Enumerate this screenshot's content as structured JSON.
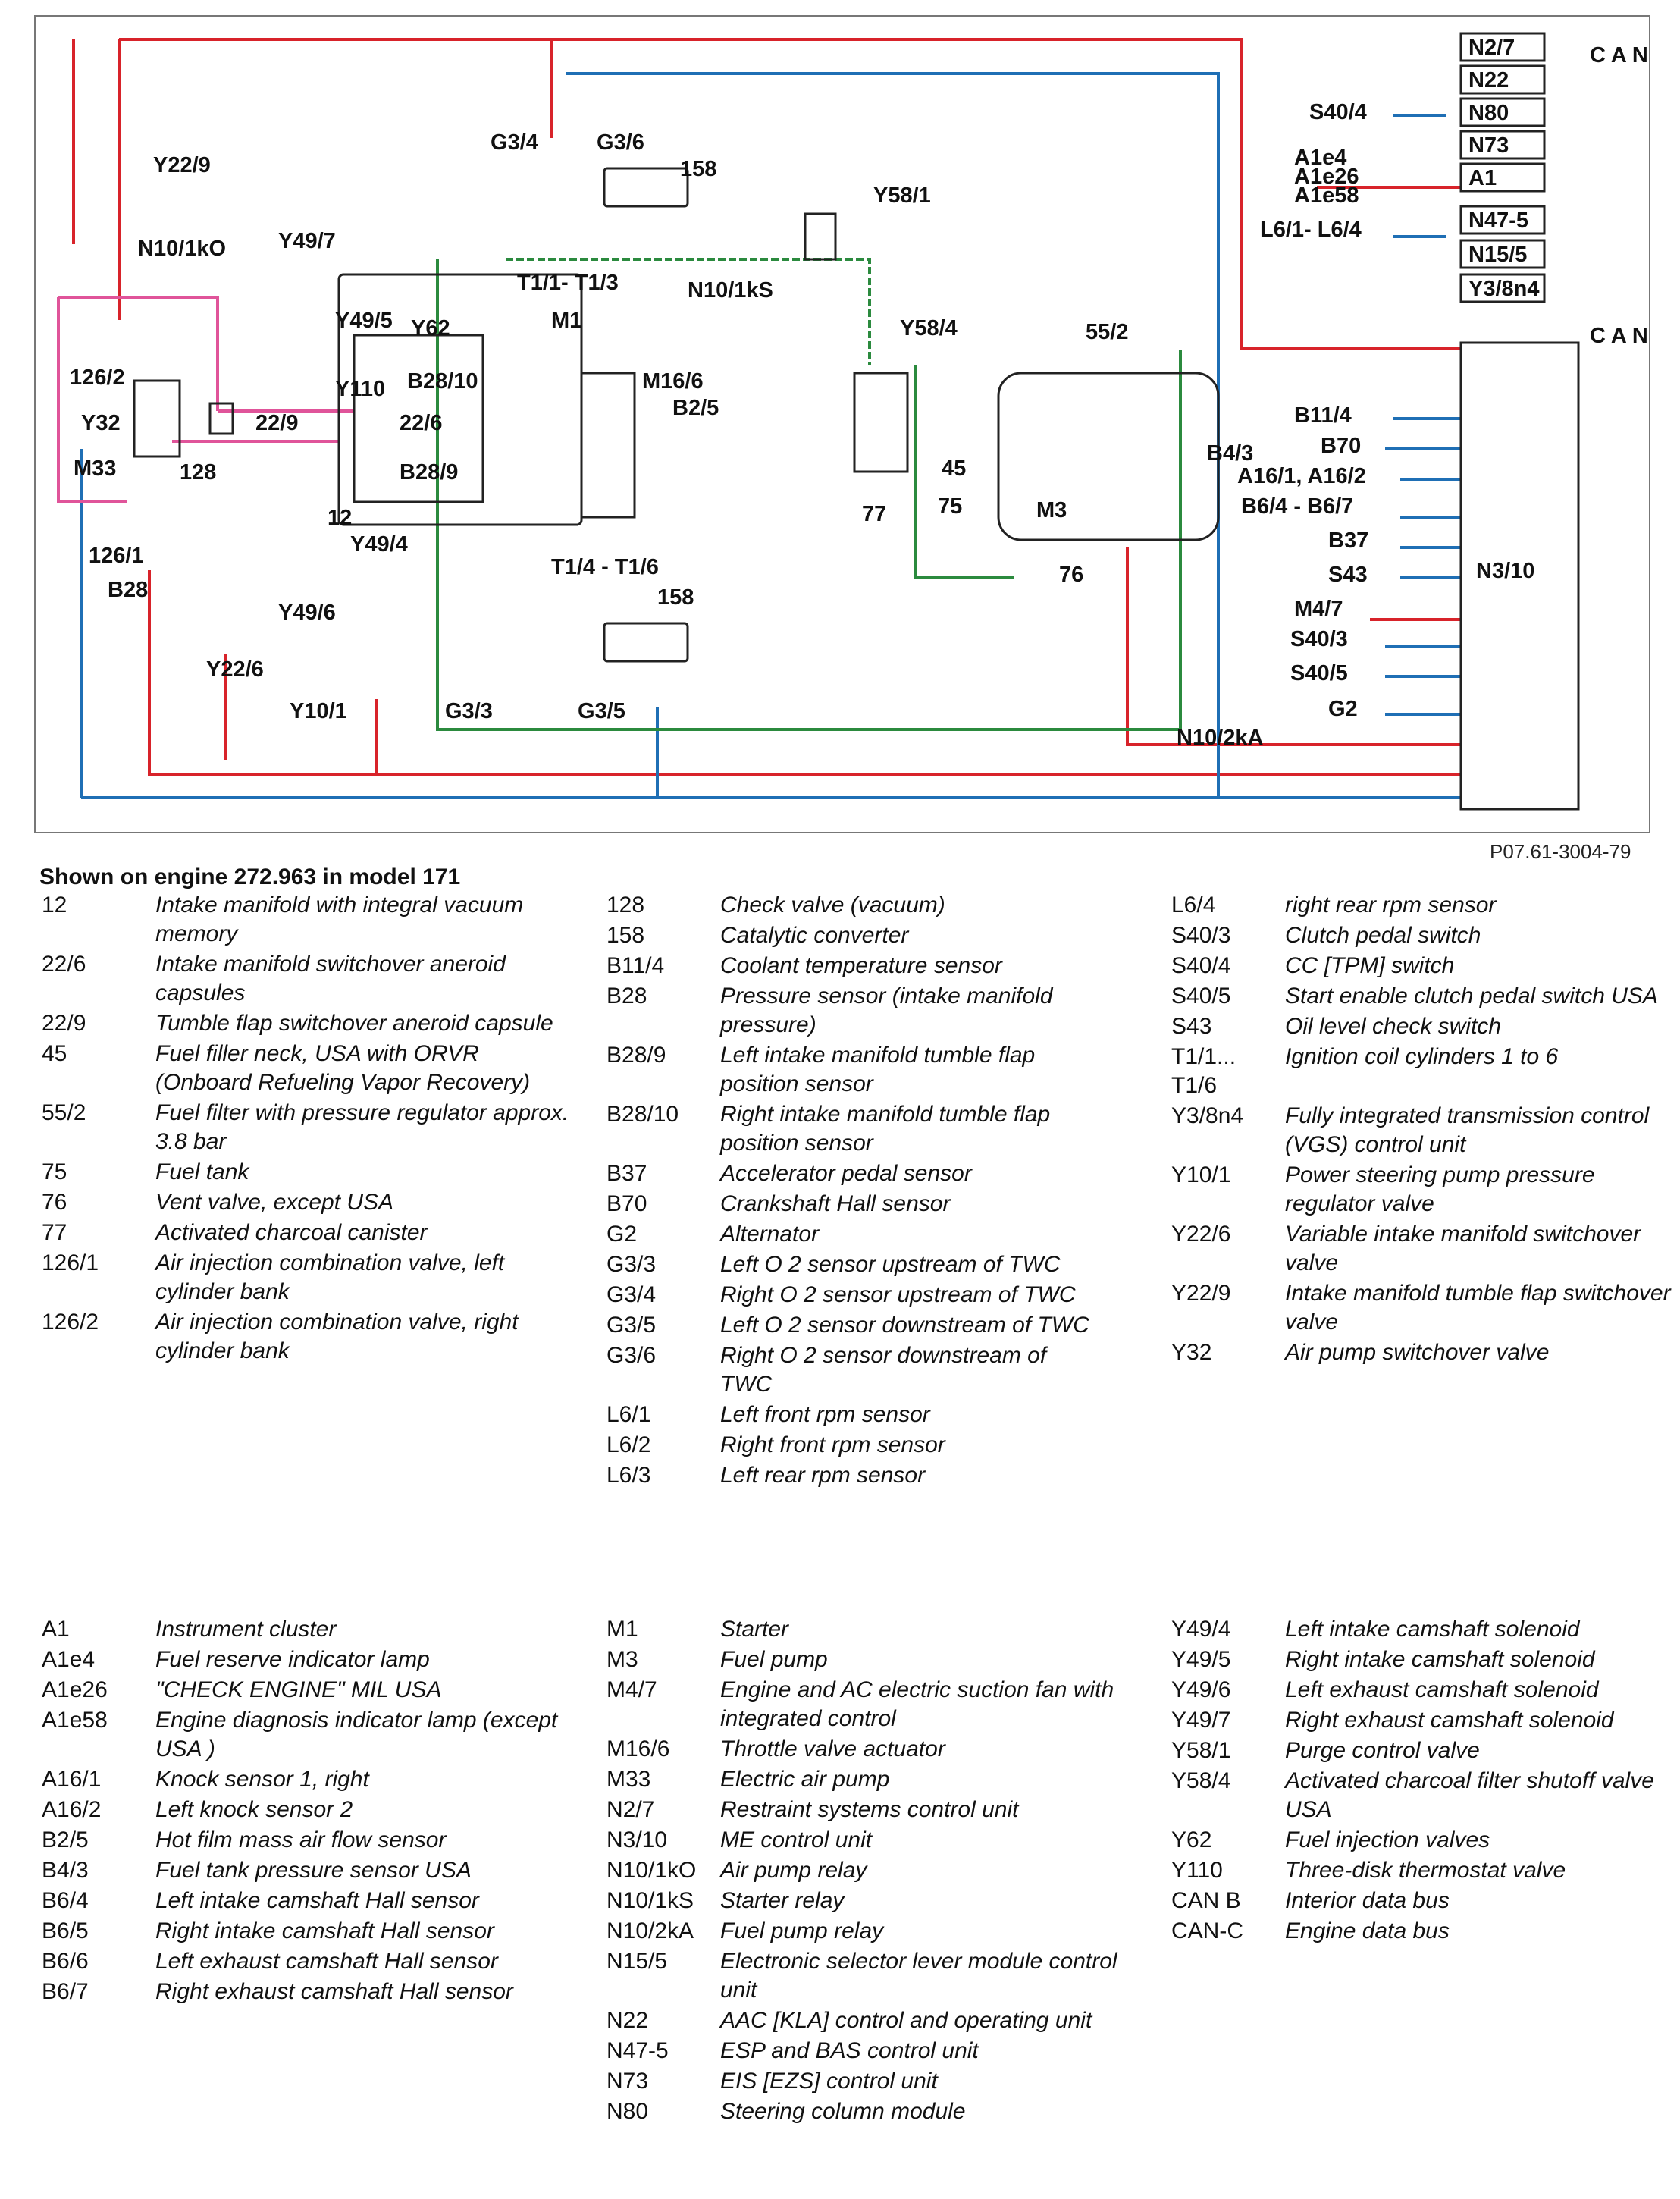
{
  "diagram": {
    "labels": [
      {
        "t": "Y22/9"
      },
      {
        "t": "G3/4"
      },
      {
        "t": "G3/6"
      },
      {
        "t": "158"
      },
      {
        "t": "Y58/1"
      },
      {
        "t": "N10/1kO"
      },
      {
        "t": "Y49/7"
      },
      {
        "t": "Y49/5"
      },
      {
        "t": "Y62"
      },
      {
        "t": "T1/1- T1/3"
      },
      {
        "t": "M1"
      },
      {
        "t": "N10/1kS"
      },
      {
        "t": "Y58/4"
      },
      {
        "t": "55/2"
      },
      {
        "t": "126/2"
      },
      {
        "t": "Y110"
      },
      {
        "t": "B28/10"
      },
      {
        "t": "M16/6"
      },
      {
        "t": "B2/5"
      },
      {
        "t": "Y32"
      },
      {
        "t": "22/9"
      },
      {
        "t": "22/6"
      },
      {
        "t": "M33"
      },
      {
        "t": "128"
      },
      {
        "t": "B28/9"
      },
      {
        "t": "45"
      },
      {
        "t": "B4/3"
      },
      {
        "t": "12"
      },
      {
        "t": "77"
      },
      {
        "t": "75"
      },
      {
        "t": "M3"
      },
      {
        "t": "126/1"
      },
      {
        "t": "Y49/4"
      },
      {
        "t": "T1/4 - T1/6"
      },
      {
        "t": "76"
      },
      {
        "t": "B28"
      },
      {
        "t": "158"
      },
      {
        "t": "Y49/6"
      },
      {
        "t": "Y22/6"
      },
      {
        "t": "Y10/1"
      },
      {
        "t": "G3/3"
      },
      {
        "t": "G3/5"
      },
      {
        "t": "N10/2kA"
      },
      {
        "t": "S40/4"
      },
      {
        "t": "A1e4"
      },
      {
        "t": "A1e26"
      },
      {
        "t": "A1e58"
      },
      {
        "t": "L6/1- L6/4"
      },
      {
        "t": "B11/4"
      },
      {
        "t": "B70"
      },
      {
        "t": "A16/1, A16/2"
      },
      {
        "t": "B6/4 - B6/7"
      },
      {
        "t": "B37"
      },
      {
        "t": "S43"
      },
      {
        "t": "M4/7"
      },
      {
        "t": "S40/3"
      },
      {
        "t": "S40/5"
      },
      {
        "t": "G2"
      }
    ],
    "modules": [
      "N2/7",
      "N22",
      "N80",
      "N73",
      "A1",
      "N47-5",
      "N15/5",
      "Y3/8n4"
    ],
    "ecu": "N3/10",
    "can_b": "C A N \"B\"",
    "can_c": "C A N \"C\"",
    "colors": {
      "red": "#d8232a",
      "blue": "#1f6fb5",
      "green": "#2b8a3e",
      "frame": "#777777"
    }
  },
  "reference": "P07.61-3004-79",
  "caption": "Shown on engine 272.963 in model 171",
  "legend": {
    "col1": [
      {
        "code": "12",
        "desc": "Intake manifold with integral vacuum memory"
      },
      {
        "code": "22/6",
        "desc": "Intake manifold switchover aneroid capsules"
      },
      {
        "code": "22/9",
        "desc": "Tumble flap switchover aneroid capsule"
      },
      {
        "code": "45",
        "desc": "Fuel filler neck, USA with ORVR (Onboard Refueling Vapor Recovery)"
      },
      {
        "code": "55/2",
        "desc": "Fuel filter with pressure regulator approx. 3.8 bar"
      },
      {
        "code": "75",
        "desc": "Fuel tank"
      },
      {
        "code": "76",
        "desc": "Vent valve, except USA"
      },
      {
        "code": "77",
        "desc": "Activated charcoal canister"
      },
      {
        "code": "126/1",
        "desc": "Air injection combination valve, left cylinder bank"
      },
      {
        "code": "126/2",
        "desc": "Air injection combination valve, right cylinder bank"
      }
    ],
    "col2": [
      {
        "code": "128",
        "desc": "Check valve (vacuum)"
      },
      {
        "code": "158",
        "desc": "Catalytic converter"
      },
      {
        "code": "B11/4",
        "desc": "Coolant temperature sensor"
      },
      {
        "code": "B28",
        "desc": "Pressure sensor (intake manifold pressure)"
      },
      {
        "code": "B28/9",
        "desc": "Left intake manifold tumble flap position sensor"
      },
      {
        "code": "B28/10",
        "desc": "Right intake manifold tumble flap position sensor"
      },
      {
        "code": "B37",
        "desc": "Accelerator pedal sensor"
      },
      {
        "code": "B70",
        "desc": "Crankshaft Hall sensor"
      },
      {
        "code": "G2",
        "desc": "Alternator"
      },
      {
        "code": "G3/3",
        "desc": "Left O 2 sensor upstream of TWC"
      },
      {
        "code": "G3/4",
        "desc": "Right O 2 sensor upstream of TWC"
      },
      {
        "code": "G3/5",
        "desc": "Left O 2 sensor downstream of TWC"
      },
      {
        "code": "G3/6",
        "desc": "Right O 2 sensor downstream of TWC"
      },
      {
        "code": "L6/1",
        "desc": "Left front rpm sensor"
      },
      {
        "code": "L6/2",
        "desc": "Right front rpm sensor"
      },
      {
        "code": "L6/3",
        "desc": "Left rear rpm sensor"
      }
    ],
    "col3": [
      {
        "code": "L6/4",
        "desc": "right rear rpm sensor"
      },
      {
        "code": "S40/3",
        "desc": "Clutch pedal switch"
      },
      {
        "code": "S40/4",
        "desc": "CC [TPM] switch"
      },
      {
        "code": "S40/5",
        "desc": "Start enable clutch pedal switch USA"
      },
      {
        "code": "S43",
        "desc": "Oil level check switch"
      },
      {
        "code": "T1/1... T1/6",
        "desc": "Ignition coil cylinders 1 to 6"
      },
      {
        "code": "Y3/8n4",
        "desc": "Fully integrated transmission control (VGS) control unit"
      },
      {
        "code": "Y10/1",
        "desc": "Power steering pump pressure regulator valve"
      },
      {
        "code": "Y22/6",
        "desc": "Variable intake manifold switchover valve"
      },
      {
        "code": "Y22/9",
        "desc": "Intake manifold tumble flap switchover valve"
      },
      {
        "code": "Y32",
        "desc": "Air pump switchover valve"
      }
    ],
    "col4": [
      {
        "code": "A1",
        "desc": "Instrument cluster"
      },
      {
        "code": "A1e4",
        "desc": "Fuel reserve indicator lamp"
      },
      {
        "code": "A1e26",
        "desc": "\"CHECK ENGINE\" MIL USA"
      },
      {
        "code": "A1e58",
        "desc": "Engine diagnosis indicator lamp (except USA )"
      },
      {
        "code": "A16/1",
        "desc": "Knock sensor 1, right"
      },
      {
        "code": "A16/2",
        "desc": "Left knock sensor 2"
      },
      {
        "code": "B2/5",
        "desc": "Hot film mass air flow sensor"
      },
      {
        "code": "B4/3",
        "desc": "Fuel tank pressure sensor USA"
      },
      {
        "code": "B6/4",
        "desc": "Left intake camshaft Hall sensor"
      },
      {
        "code": "B6/5",
        "desc": "Right intake camshaft Hall sensor"
      },
      {
        "code": "B6/6",
        "desc": "Left exhaust camshaft Hall sensor"
      },
      {
        "code": "B6/7",
        "desc": "Right exhaust camshaft Hall sensor"
      }
    ],
    "col5": [
      {
        "code": "M1",
        "desc": "Starter"
      },
      {
        "code": "M3",
        "desc": "Fuel pump"
      },
      {
        "code": "M4/7",
        "desc": "Engine and AC electric suction fan with integrated control"
      },
      {
        "code": "M16/6",
        "desc": "Throttle valve actuator"
      },
      {
        "code": "M33",
        "desc": "Electric air pump"
      },
      {
        "code": "N2/7",
        "desc": "Restraint systems control unit"
      },
      {
        "code": "N3/10",
        "desc": "ME control unit"
      },
      {
        "code": "N10/1kO",
        "desc": "Air pump relay"
      },
      {
        "code": "N10/1kS",
        "desc": "Starter relay"
      },
      {
        "code": "N10/2kA",
        "desc": "Fuel pump relay"
      },
      {
        "code": "N15/5",
        "desc": "Electronic selector lever module control unit"
      },
      {
        "code": "N22",
        "desc": "AAC [KLA] control and operating unit"
      },
      {
        "code": "N47-5",
        "desc": "ESP and BAS control unit"
      },
      {
        "code": "N73",
        "desc": "EIS [EZS] control unit"
      },
      {
        "code": "N80",
        "desc": "Steering column module"
      }
    ],
    "col6": [
      {
        "code": "Y49/4",
        "desc": "Left intake camshaft solenoid"
      },
      {
        "code": "Y49/5",
        "desc": "Right intake camshaft solenoid"
      },
      {
        "code": "Y49/6",
        "desc": "Left exhaust camshaft solenoid"
      },
      {
        "code": "Y49/7",
        "desc": "Right exhaust camshaft solenoid"
      },
      {
        "code": "Y58/1",
        "desc": "Purge control valve"
      },
      {
        "code": "Y58/4",
        "desc": "Activated charcoal filter shutoff valve USA"
      },
      {
        "code": "Y62",
        "desc": "Fuel injection valves"
      },
      {
        "code": "Y110",
        "desc": "Three-disk thermostat valve"
      },
      {
        "code": "CAN B",
        "desc": "Interior data bus"
      },
      {
        "code": "CAN-C",
        "desc": "Engine data bus"
      }
    ]
  }
}
